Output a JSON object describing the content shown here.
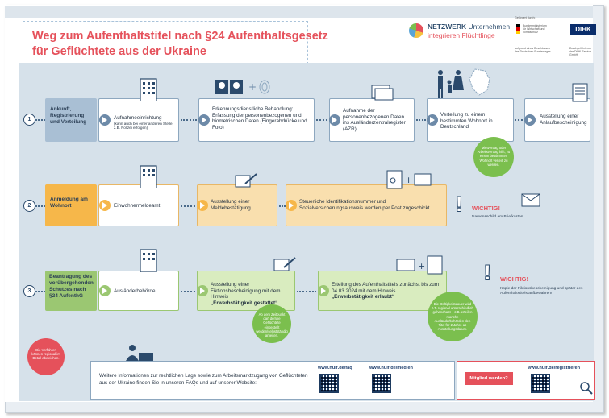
{
  "header": {
    "title_line1": "Weg zum Aufenthaltstitel nach §24 Aufenthaltsgesetz",
    "title_line2": "für Geflüchtete aus der Ukraine",
    "logo_bold": "NETZWERK",
    "logo_rest": "Unternehmen",
    "logo_line2": "integrieren Flüchtlinge",
    "sponsor_label": "Gefördert durch:",
    "sponsor_ministry": "Bundesministerium für Wirtschaft und Klimaschutz",
    "sponsor_note": "aufgrund eines Beschlusses des Deutschen Bundestages",
    "dihk_label": "DIHK",
    "dihk_note": "Durchgeführt von der DIHK Service GmbH"
  },
  "rows": [
    {
      "number": "1",
      "label": "Ankunft, Registrierung und Verteilung",
      "steps": [
        {
          "text": "Aufnahmeeinrichtung",
          "note": "(kann auch bei einer anderen Stelle, z.B. Polizei erfolgen)"
        },
        {
          "text": "Erkennungsdienstliche Behandlung: Erfassung der personenbezogenen und biometrischen Daten (Fingerabdrücke und Foto)"
        },
        {
          "text": "Aufnahme der personenbezogenen Daten ins Ausländerzentralregister (AZR)"
        },
        {
          "text": "Verteilung zu einem bestimmten Wohnort in Deutschland"
        },
        {
          "text": "Ausstellung einer Anlaufbescheinigung"
        }
      ],
      "bubble": "Mietvertrag oder Arbeitsvertrag hilft, zu einem bestimmten Wohnort verteilt zu werden."
    },
    {
      "number": "2",
      "label": "Anmeldung am Wohnort",
      "steps": [
        {
          "text": "Einwohnermeldeamt"
        },
        {
          "text": "Ausstellung einer Meldebestätigung"
        },
        {
          "text": "Steuerliche Identifikationsnummer und Sozialversicherungsausweis werden per Post zugeschickt"
        }
      ],
      "warning_title": "WICHTIG!",
      "warning_text": "Namensschild am Briefkasten"
    },
    {
      "number": "3",
      "label": "Beantragung des vorübergehenden Schutzes nach §24 AufenthG",
      "steps": [
        {
          "text": "Ausländerbehörde"
        },
        {
          "text": "Ausstellung einer Fiktionsbescheinigung mit dem Hinweis",
          "emph": "„Erwerbstätigkeit gestattet“"
        },
        {
          "text": "Erteilung des Aufenthaltstitels zunächst bis zum 04.03.2024 mit dem Hinweis",
          "emph": "„Erwerbstätigkeit erlaubt“"
        }
      ],
      "warning_title": "WICHTIG!",
      "warning_text": "Kopie der Fiktionsbescheinigung und später des Aufenthaltstitels aufbewahren!",
      "bubble_left": "Ab dem Zeitpunkt darf der/die Geflüchtete eingestellt werden/selbstständig arbeiten.",
      "bubble_right": "Die Gültigkeitsdauer wird z.T. regional unterschiedlich gehandhabt – z.B. erteilen manche Ausländerbehörden den Titel für 2 Jahre ab Ausstellungsdatum."
    }
  ],
  "footer": {
    "regional_note": "Die Verfahren können regional im Detail abweichen.",
    "info_text": "Weitere Informationen zur rechtlichen Lage sowie zum Arbeitsmarktzugang von Geflüchteten aus der Ukraine finden Sie in unseren FAQs und auf unserer Website:",
    "link_faq": "www.nuif.de/faq",
    "link_medien": "www.nuif.de/medien",
    "member_button": "Mitglied werden?",
    "link_register": "www.nuif.de/registrieren"
  },
  "colors": {
    "red": "#e5515b",
    "navy": "#2b4a6c",
    "row1": "#a9bfd4",
    "row2": "#f6b74a",
    "row3": "#9bc772",
    "bubble1": "#7bbf4e",
    "bubble_red": "#e5515b"
  }
}
